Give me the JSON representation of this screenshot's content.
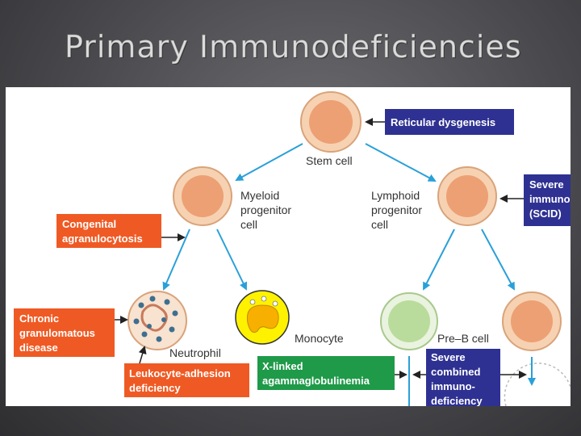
{
  "slide": {
    "title": "Primary Immunodeficiencies"
  },
  "diagram": {
    "cells": {
      "stem": "Stem cell",
      "myeloid": [
        "Myeloid",
        "progenitor",
        "cell"
      ],
      "lymphoid": [
        "Lymphoid",
        "progenitor",
        "cell"
      ],
      "neutrophil": "Neutrophil",
      "monocyte": "Monocyte",
      "preb": "Pre–B cell"
    },
    "defects": {
      "reticular": "Reticular dysgenesis",
      "scid_top": [
        "Severe",
        "immuno",
        "(SCID)"
      ],
      "congenital": [
        "Congenital",
        "agranulocytosis"
      ],
      "cgd": [
        "Chronic",
        "granulomatous",
        "disease"
      ],
      "lad": [
        "Leukocyte-adhesion",
        "deficiency"
      ],
      "xla": [
        "X-linked",
        "agammaglobulinemia"
      ],
      "scid_bottom": [
        "Severe",
        "combined",
        "immuno-",
        "deficiency"
      ]
    },
    "colors": {
      "navy": "#2e3192",
      "orange": "#ef5a24",
      "green": "#1f9a49",
      "arrow": "#2aa0d8",
      "cell_fill": "#f4c8a0",
      "nucleus": "#e99a6c"
    }
  }
}
